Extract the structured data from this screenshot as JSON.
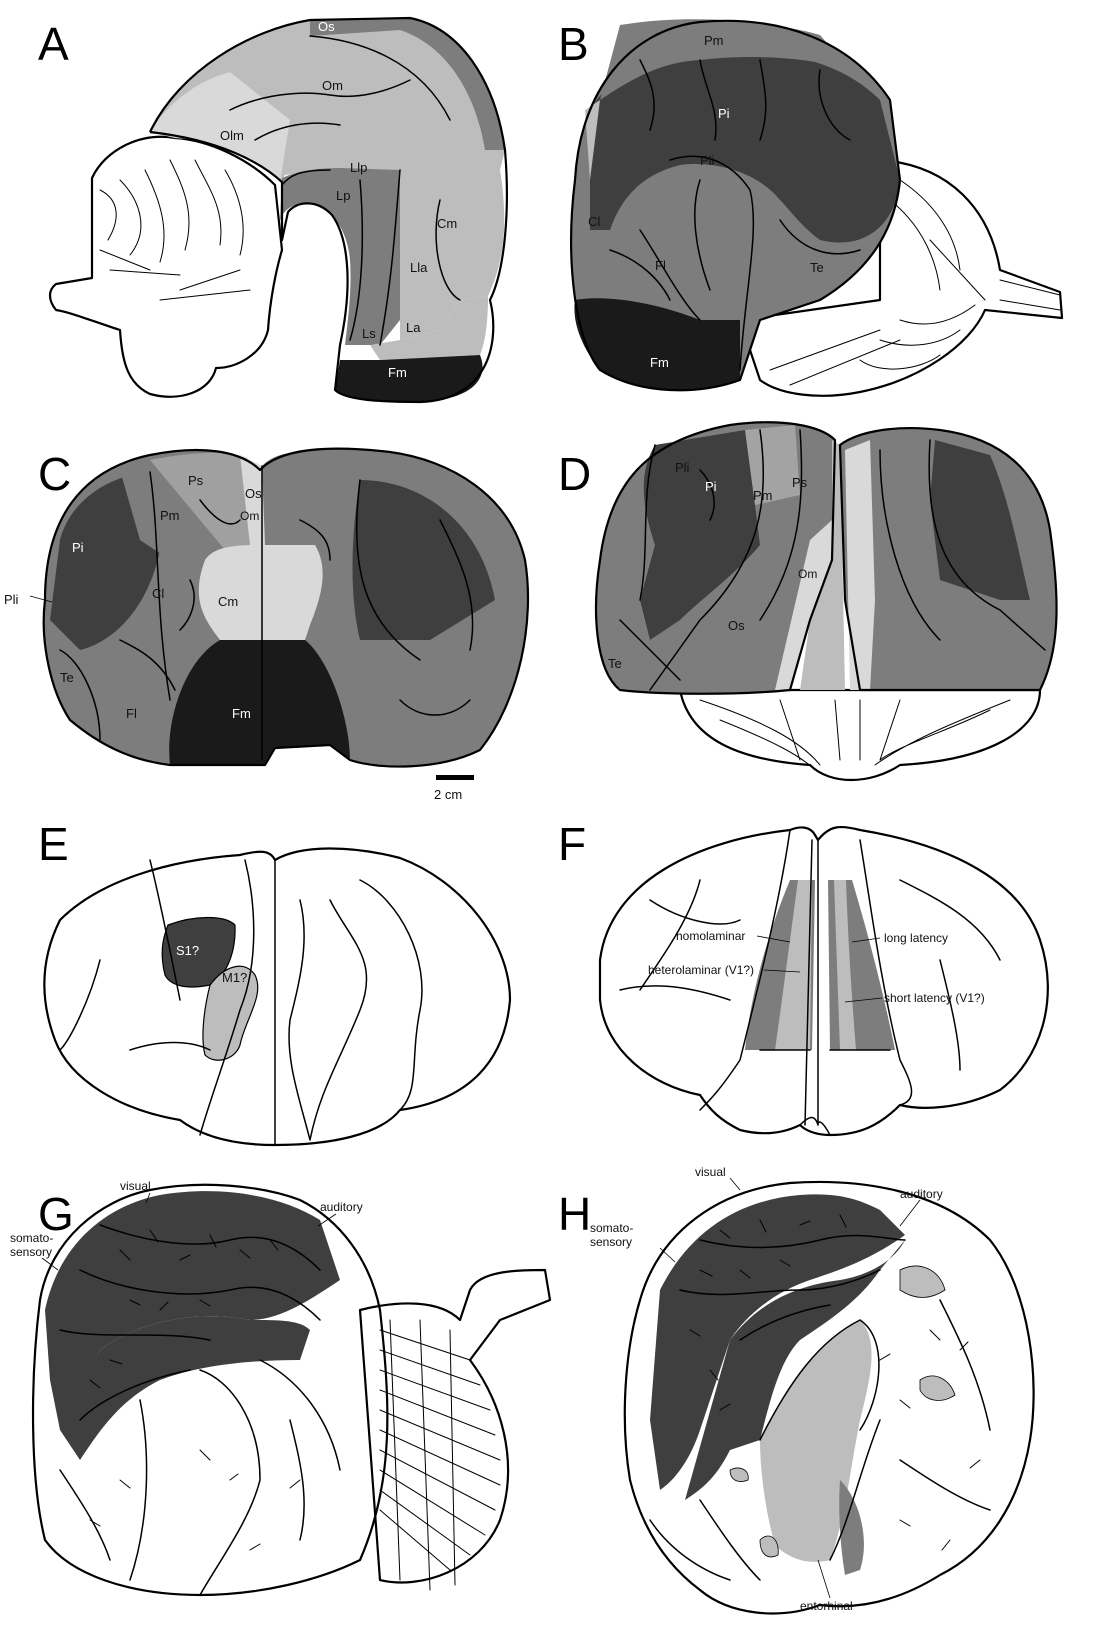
{
  "panels": {
    "A": {
      "letter": "A",
      "labels": {
        "os": "Os",
        "om": "Om",
        "olm": "Olm",
        "llp": "Llp",
        "lp": "Lp",
        "cm": "Cm",
        "lla": "Lla",
        "ls": "Ls",
        "la": "La",
        "fm": "Fm"
      }
    },
    "B": {
      "letter": "B",
      "labels": {
        "pm": "Pm",
        "pi": "Pi",
        "pli": "Pli",
        "cl": "Cl",
        "fl": "Fl",
        "te": "Te",
        "fm": "Fm"
      }
    },
    "C": {
      "letter": "C",
      "labels": {
        "ps": "Ps",
        "os": "Os",
        "pm": "Pm",
        "om": "Om",
        "pi": "Pi",
        "cl": "Cl",
        "cm": "Cm",
        "pli": "Pli",
        "te": "Te",
        "fl": "Fl",
        "fm": "Fm"
      }
    },
    "D": {
      "letter": "D",
      "labels": {
        "pli": "Pli",
        "pi": "Pi",
        "pm": "Pm",
        "ps": "Ps",
        "om": "Om",
        "os": "Os",
        "te": "Te"
      }
    },
    "E": {
      "letter": "E",
      "labels": {
        "s1": "S1?",
        "m1": "M1?"
      }
    },
    "F": {
      "letter": "F",
      "labels": {
        "homolaminar": "homolaminar",
        "heterolaminar": "heterolaminar (V1?)",
        "long_latency": "long latency",
        "short_latency": "short latency (V1?)"
      }
    },
    "G": {
      "letter": "G",
      "labels": {
        "visual": "visual",
        "auditory": "auditory",
        "somato1": "somato-",
        "somato2": "sensory"
      }
    },
    "H": {
      "letter": "H",
      "labels": {
        "visual": "visual",
        "auditory": "auditory",
        "somato1": "somato-",
        "somato2": "sensory",
        "entorhinal": "entorhinal"
      }
    }
  },
  "scale_bar": {
    "label": "2 cm"
  },
  "colors": {
    "black": "#1a1a1a",
    "dark": "#3f3f3f",
    "mid": "#7d7d7d",
    "light": "#bdbdbd",
    "pale": "#d9d9d9",
    "white": "#ffffff"
  }
}
